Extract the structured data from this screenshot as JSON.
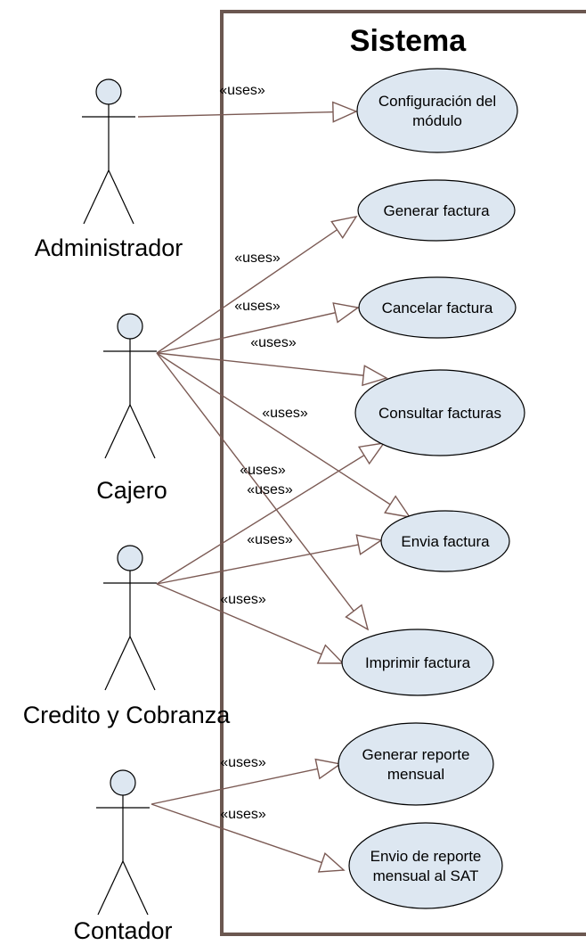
{
  "system": {
    "title": "Sistema"
  },
  "actors": [
    {
      "id": "admin",
      "label": "Administrador"
    },
    {
      "id": "cajero",
      "label": "Cajero"
    },
    {
      "id": "credito",
      "label": "Credito y Cobranza"
    },
    {
      "id": "contador",
      "label": "Contador"
    }
  ],
  "use_cases": [
    {
      "id": "config",
      "lines": [
        "Configuración del",
        "módulo"
      ]
    },
    {
      "id": "generar",
      "lines": [
        "Generar factura"
      ]
    },
    {
      "id": "cancelar",
      "lines": [
        "Cancelar factura"
      ]
    },
    {
      "id": "consultar",
      "lines": [
        "Consultar facturas"
      ]
    },
    {
      "id": "envia",
      "lines": [
        "Envia factura"
      ]
    },
    {
      "id": "imprimir",
      "lines": [
        "Imprimir factura"
      ]
    },
    {
      "id": "reporte",
      "lines": [
        "Generar reporte",
        "mensual"
      ]
    },
    {
      "id": "envio_sat",
      "lines": [
        "Envio de reporte",
        "mensual al SAT"
      ]
    }
  ],
  "associations": [
    {
      "from": "admin",
      "to": "config",
      "label": "«uses»"
    },
    {
      "from": "cajero",
      "to": "generar",
      "label": "«uses»"
    },
    {
      "from": "cajero",
      "to": "cancelar",
      "label": "«uses»"
    },
    {
      "from": "cajero",
      "to": "consultar",
      "label": "«uses»"
    },
    {
      "from": "cajero",
      "to": "envia",
      "label": "«uses»"
    },
    {
      "from": "cajero",
      "to": "imprimir",
      "label": "«uses»"
    },
    {
      "from": "credito",
      "to": "consultar",
      "label": "«uses»"
    },
    {
      "from": "credito",
      "to": "envia",
      "label": "«uses»"
    },
    {
      "from": "credito",
      "to": "imprimir",
      "label": "«uses»"
    },
    {
      "from": "contador",
      "to": "reporte",
      "label": "«uses»"
    },
    {
      "from": "contador",
      "to": "envio_sat",
      "label": "«uses»"
    }
  ],
  "colors": {
    "boundary": "#6b5750",
    "line": "#7b5a54",
    "usecase_fill": "#dde7f1",
    "actor_head_fill": "#dde7f1",
    "stroke": "#000000",
    "text": "#000000"
  }
}
